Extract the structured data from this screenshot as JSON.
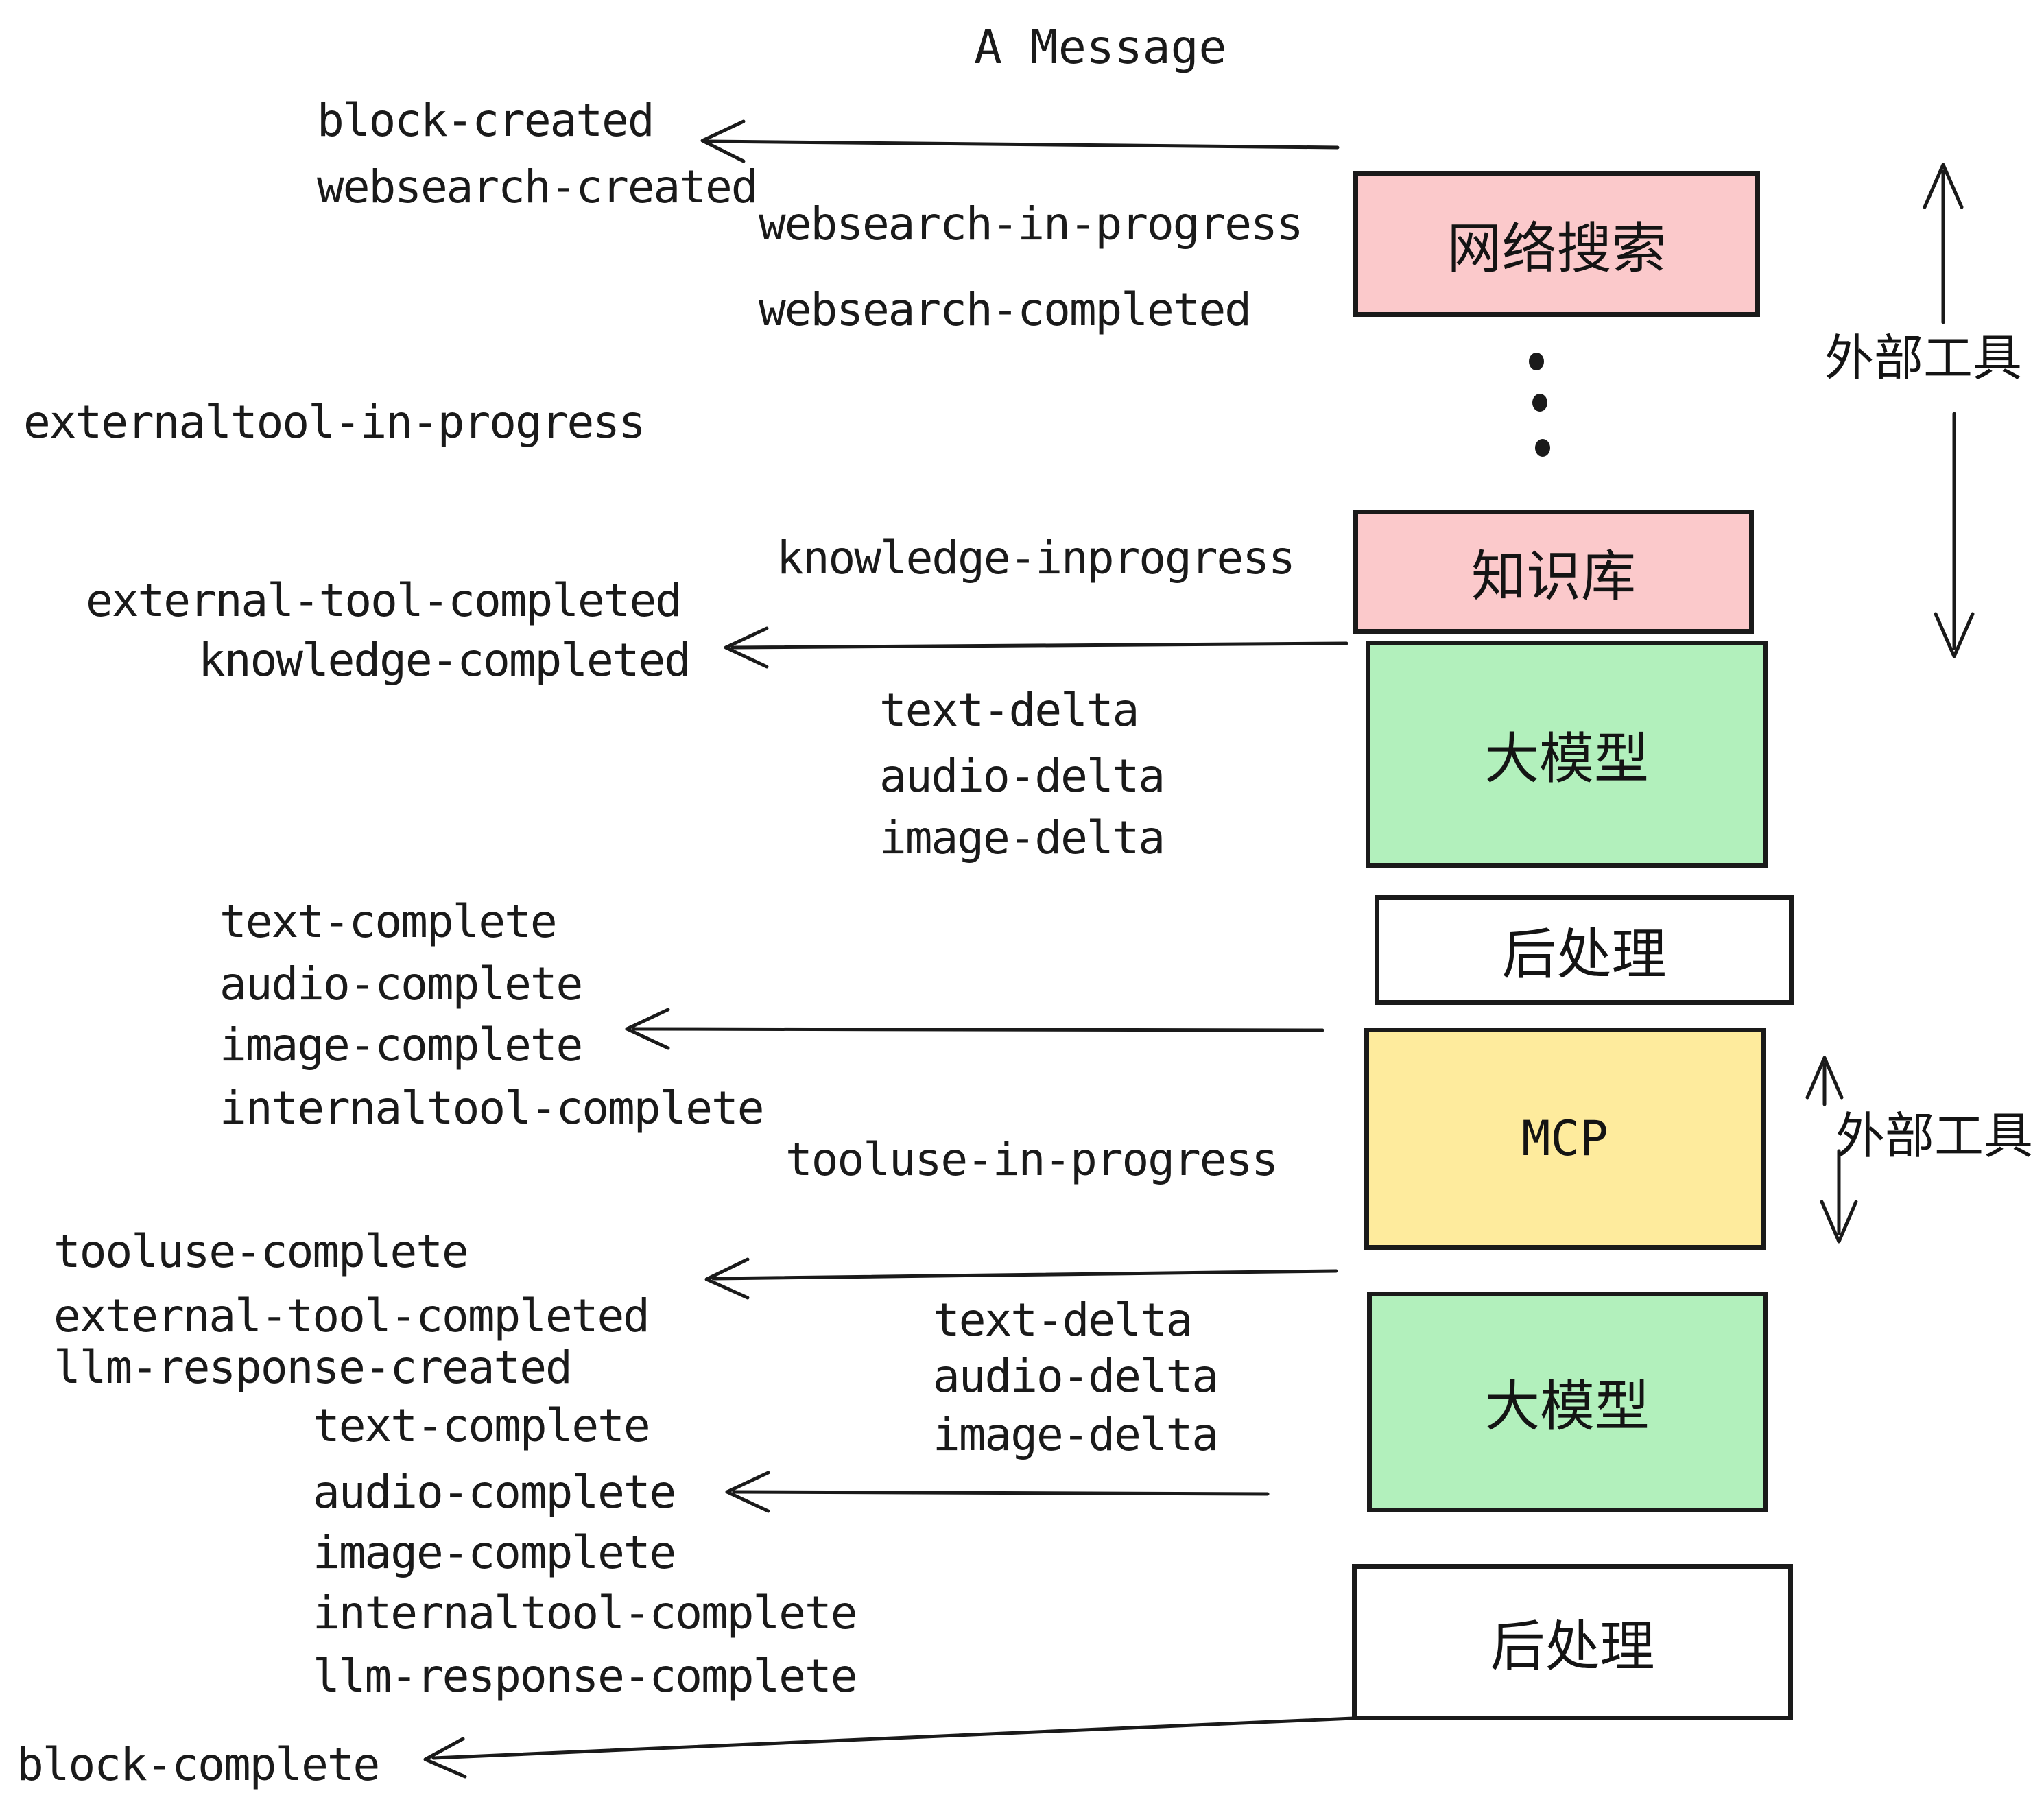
{
  "title": "A Message",
  "colors": {
    "box_websearch": "#fbc9cb",
    "box_knowledge": "#fbc9cb",
    "box_llm": "#b2f0bc",
    "box_post": "#ffffff",
    "box_mcp": "#feeb9d",
    "line": "#1a1a1a",
    "text": "#1a1a1a"
  },
  "boxes": {
    "websearch": {
      "label": "网络搜索"
    },
    "knowledge": {
      "label": "知识库"
    },
    "llm1": {
      "label": "大模型"
    },
    "post1": {
      "label": "后处理"
    },
    "mcp": {
      "label": "MCP"
    },
    "llm2": {
      "label": "大模型"
    },
    "post2": {
      "label": "后处理"
    }
  },
  "side_labels": {
    "external_tools_top": "外部工具",
    "external_tools_mid": "外部工具"
  },
  "events": {
    "block_created": "block-created",
    "websearch_created": "websearch-created",
    "websearch_in_progress": "websearch-in-progress",
    "websearch_completed": "websearch-completed",
    "externaltool_in_progress": "externaltool-in-progress",
    "knowledge_inprogress": "knowledge-inprogress",
    "external_tool_completed_1": "external-tool-completed",
    "knowledge_completed": "knowledge-completed",
    "text_delta_1": "text-delta",
    "audio_delta_1": "audio-delta",
    "image_delta_1": "image-delta",
    "text_complete_1": "text-complete",
    "audio_complete_1": "audio-complete",
    "image_complete_1": "image-complete",
    "internaltool_complete_1": "internaltool-complete",
    "tooluse_in_progress": "tooluse-in-progress",
    "tooluse_complete": "tooluse-complete",
    "external_tool_completed_2": "external-tool-completed",
    "llm_response_created": "llm-response-created",
    "text_delta_2": "text-delta",
    "audio_delta_2": "audio-delta",
    "image_delta_2": "image-delta",
    "text_complete_2": "text-complete",
    "audio_complete_2": "audio-complete",
    "image_complete_2": "image-complete",
    "internaltool_complete_2": "internaltool-complete",
    "llm_response_complete": "llm-response-complete",
    "block_complete": "block-complete"
  }
}
